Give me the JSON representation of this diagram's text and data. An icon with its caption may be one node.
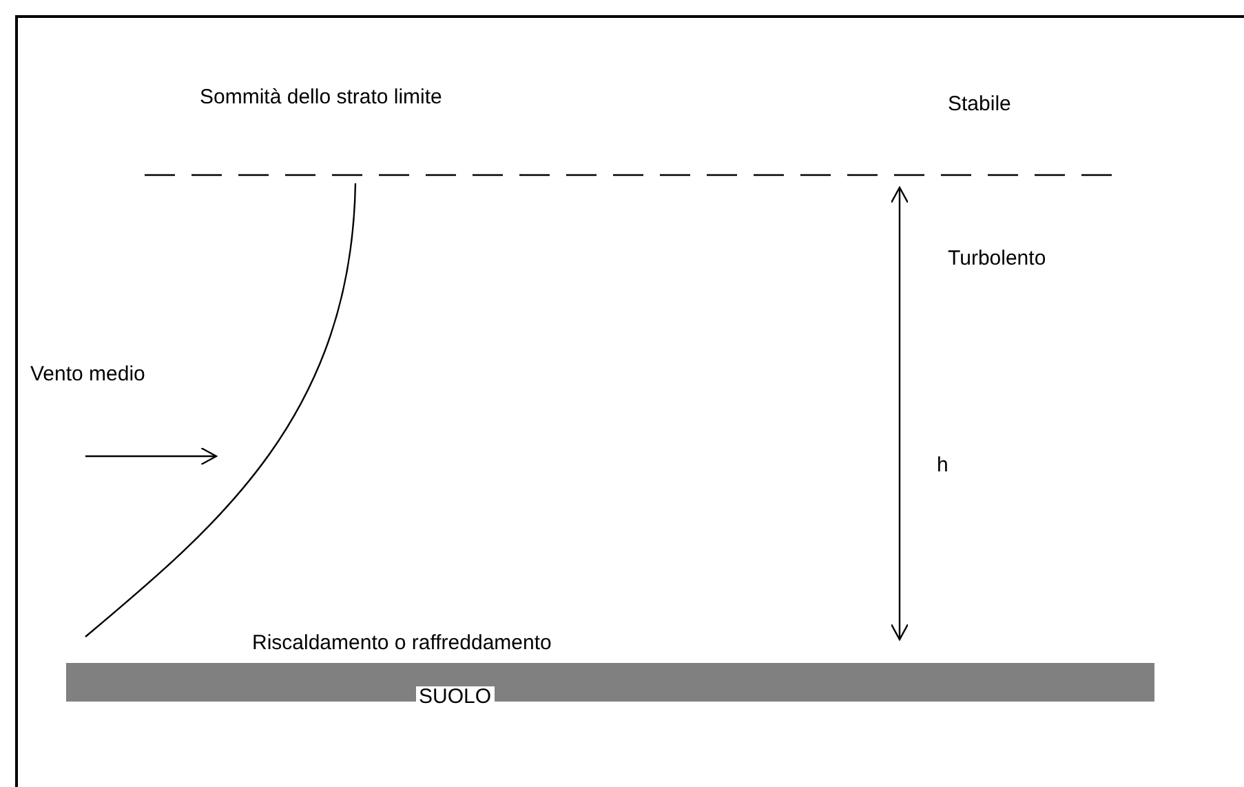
{
  "diagram": {
    "nodes": [
      {
        "text": [
          "SUOLO"
        ]
      }
    ],
    "labels": [
      "Sommità dello strato limite",
      "Stabile",
      "Turbolento",
      "Vento medio",
      "h",
      "Riscaldamento o raffreddamento"
    ]
  }
}
